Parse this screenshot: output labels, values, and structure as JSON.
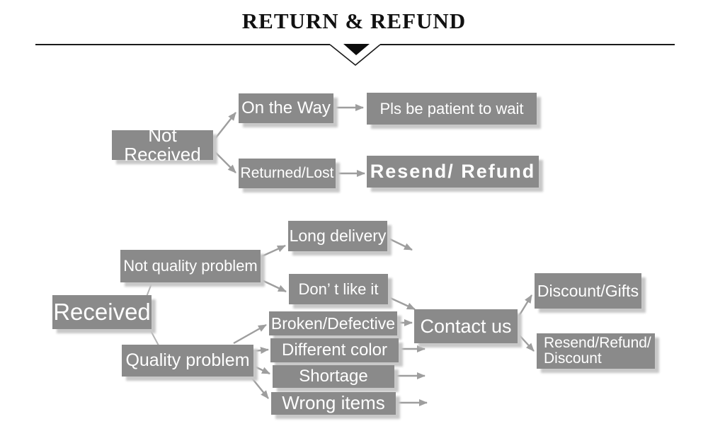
{
  "header": {
    "title": "RETURN & REFUND"
  },
  "colors": {
    "background": "#ffffff",
    "title": "#111111",
    "box": "#8a8a8a",
    "box_text": "#ffffff",
    "box_shadow": "#c8c8c8",
    "arrow": "#9e9e9e",
    "arrow_light": "#b3b3b3"
  },
  "nodes": {
    "not_received": "Not Received",
    "on_the_way": "On the Way",
    "pls_wait": "Pls be patient to wait",
    "returned_lost": "Returned/Lost",
    "resend_refund": "Resend/ Refund",
    "received": "Received",
    "not_quality": "Not quality problem",
    "quality": "Quality problem",
    "long_delivery": "Long delivery",
    "dont_like": "Don’ t like it",
    "broken": "Broken/Defective",
    "different_color": "Different color",
    "shortage": "Shortage",
    "wrong_items": "Wrong items",
    "contact_us": "Contact us",
    "discount_gifts": "Discount/Gifts",
    "resend_refund_discount": "Resend/Refund/\nDiscount"
  },
  "edges": [
    {
      "from": "not_received",
      "to": "on_the_way"
    },
    {
      "from": "not_received",
      "to": "returned_lost"
    },
    {
      "from": "on_the_way",
      "to": "pls_wait"
    },
    {
      "from": "returned_lost",
      "to": "resend_refund"
    },
    {
      "from": "received",
      "to": "not_quality"
    },
    {
      "from": "received",
      "to": "quality"
    },
    {
      "from": "not_quality",
      "to": "long_delivery"
    },
    {
      "from": "not_quality",
      "to": "dont_like"
    },
    {
      "from": "long_delivery",
      "to": "contact_us"
    },
    {
      "from": "dont_like",
      "to": "contact_us"
    },
    {
      "from": "quality",
      "to": "broken"
    },
    {
      "from": "quality",
      "to": "different_color"
    },
    {
      "from": "quality",
      "to": "shortage"
    },
    {
      "from": "quality",
      "to": "wrong_items"
    },
    {
      "from": "broken",
      "to": "contact_us"
    },
    {
      "from": "different_color",
      "to": "contact_us"
    },
    {
      "from": "shortage",
      "to": "contact_us"
    },
    {
      "from": "wrong_items",
      "to": "contact_us"
    },
    {
      "from": "contact_us",
      "to": "discount_gifts"
    },
    {
      "from": "contact_us",
      "to": "resend_refund_discount"
    }
  ]
}
